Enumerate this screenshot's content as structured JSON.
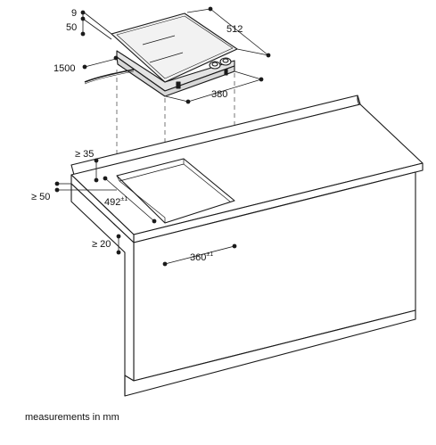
{
  "caption": "measurements in mm",
  "dimensions": {
    "cooktop_top_thickness": "9",
    "cooktop_total_height": "50",
    "cable_length": "1500",
    "cooktop_depth": "512",
    "cooktop_width": "380",
    "rear_clearance": "≥ 35",
    "side_clearance": "≥ 50",
    "cutout_depth": "492",
    "cutout_depth_tol": "±1",
    "front_clearance": "≥ 20",
    "cutout_width": "360",
    "cutout_width_tol": "±1"
  },
  "colors": {
    "line": "#1a1a1a",
    "cooktop_top": "#f2f2f2",
    "dashed": "#555555"
  }
}
